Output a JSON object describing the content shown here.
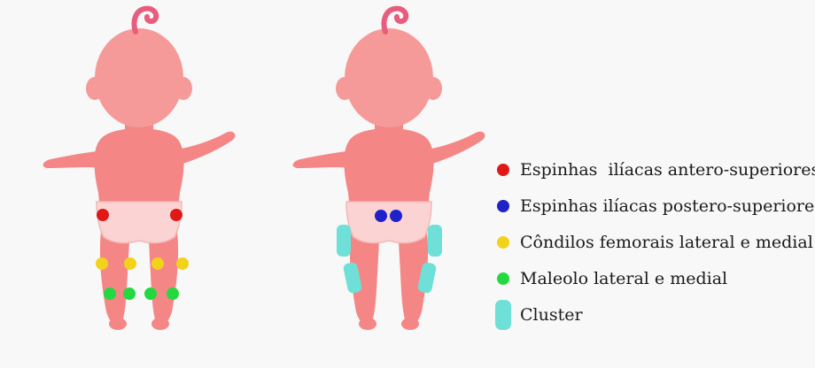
{
  "colors": {
    "background": "#f8f8f8",
    "skin": "#f48686",
    "skin_light": "#f59a98",
    "hair": "#e85d7d",
    "diaper": "#fbd3d3",
    "diaper_outline": "#f4b7b7",
    "asis": "#e01818",
    "psis": "#1f22c8",
    "femoral_condyles": "#f2d21a",
    "malleolus": "#23d93f",
    "cluster": "#6ee0d8"
  },
  "figures": [
    {
      "view": "front",
      "markers": [
        "asis",
        "femoral_condyles",
        "malleolus"
      ]
    },
    {
      "view": "back",
      "markers": [
        "psis",
        "cluster"
      ]
    }
  ],
  "legend": {
    "items": [
      {
        "key": "asis",
        "label": "Espinhas  ilíacas antero-superiores",
        "shape": "dot",
        "color": "#e01818"
      },
      {
        "key": "psis",
        "label": "Espinhas ilíacas postero-superiores",
        "shape": "dot",
        "color": "#1f22c8"
      },
      {
        "key": "femoral_condyles",
        "label": "Côndilos femorais lateral e medial",
        "shape": "dot",
        "color": "#f2d21a"
      },
      {
        "key": "malleolus",
        "label": "Maleolo lateral e medial",
        "shape": "dot",
        "color": "#23d93f"
      },
      {
        "key": "cluster",
        "label": "Cluster",
        "shape": "pill",
        "color": "#6ee0d8"
      }
    ]
  }
}
